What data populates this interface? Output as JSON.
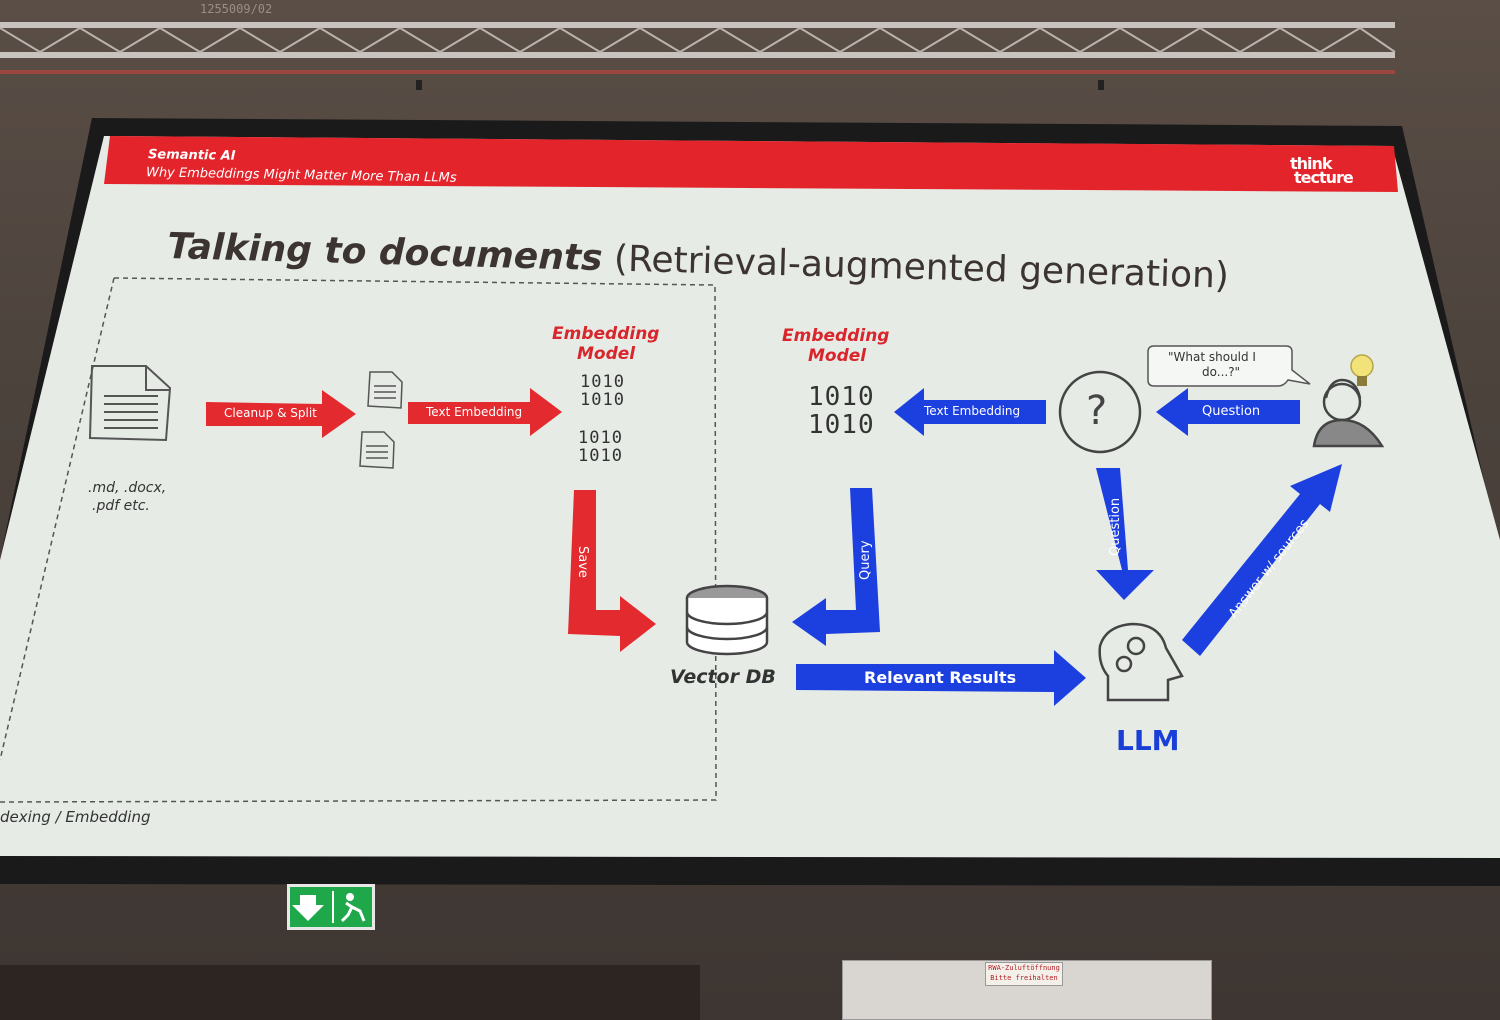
{
  "photo_label": "1255009/02",
  "slide": {
    "header_title": "Semantic AI",
    "header_subtitle": "Why Embeddings Might Matter More Than LLMs",
    "logo_line1": "think",
    "logo_line2": "tecture",
    "title_bold": "Talking to documents",
    "title_rest": " (Retrieval-augmented generation)",
    "doc_types_line1": ".md, .docx,",
    "doc_types_line2": ".pdf etc.",
    "arrow_cleanup": "Cleanup & Split",
    "arrow_text_embedding_left": "Text Embedding",
    "embedding_model_left_1": "Embedding",
    "embedding_model_left_2": "Model",
    "binary": "1010",
    "arrow_save": "Save",
    "embedding_model_right_1": "Embedding",
    "embedding_model_right_2": "Model",
    "arrow_query": "Query",
    "arrow_text_embedding_right": "Text Embedding",
    "arrow_question_top": "Question",
    "speech_bubble_1": "\"What should I",
    "speech_bubble_2": "do...?\"",
    "question_mark": "?",
    "arrow_question_down": "Question",
    "arrow_answer": "Answer w/ sources",
    "vector_db": "Vector DB",
    "arrow_relevant": "Relevant Results",
    "llm": "LLM",
    "box_caption": "dexing / Embedding"
  },
  "notice": {
    "line1": "RWA-Zuluftöffnung",
    "line2": "Bitte freihalten"
  },
  "colors": {
    "red": "#e32a2f",
    "blue": "#1c3fe0",
    "slide_bg": "#e6ebe6",
    "header_red": "#e3242b"
  }
}
